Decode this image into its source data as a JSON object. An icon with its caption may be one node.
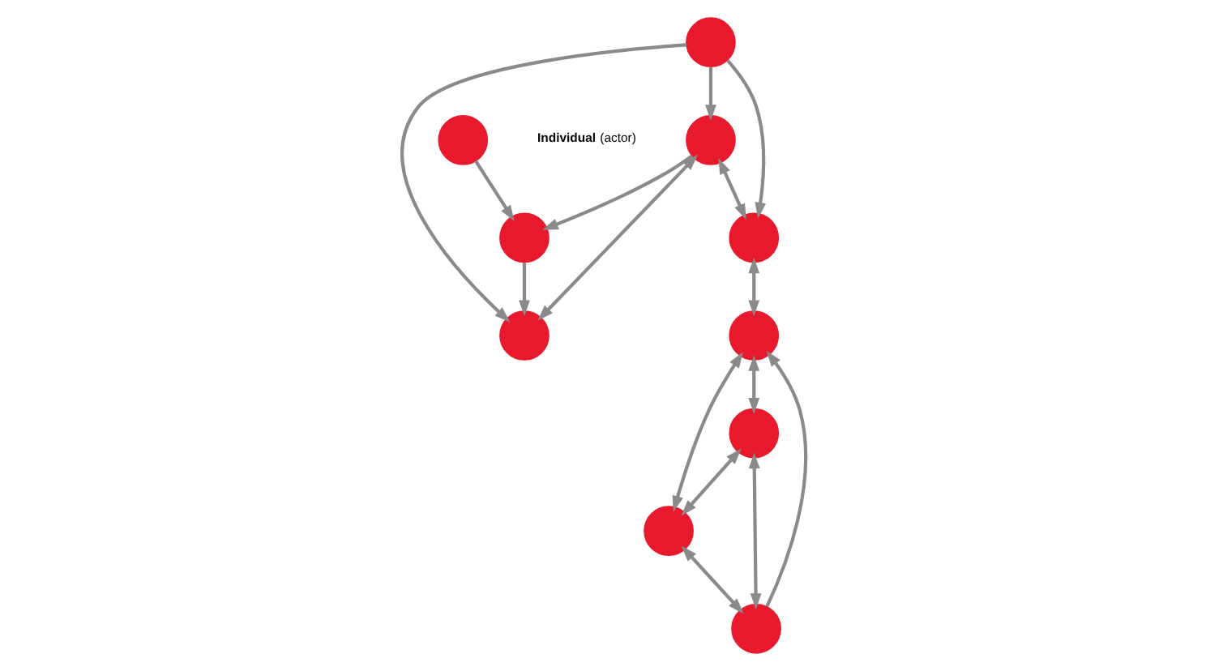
{
  "diagram": {
    "nodes": [
      {
        "text": [],
        "shape": "circle",
        "beside": [
          "**Individual** (actor)"
        ]
      },
      {
        "text": [],
        "shape": "circle"
      },
      {
        "text": [],
        "shape": "circle"
      },
      {
        "text": [],
        "shape": "circle"
      },
      {
        "text": [],
        "shape": "circle"
      },
      {
        "text": [],
        "shape": "circle"
      },
      {
        "text": [],
        "shape": "circle"
      },
      {
        "text": [],
        "shape": "circle"
      },
      {
        "text": [],
        "shape": "circle"
      },
      {
        "text": [],
        "shape": "circle"
      }
    ],
    "edges": [
      {
        "from": 0,
        "to": 1,
        "arrow": "to"
      },
      {
        "from": 2,
        "to": 1,
        "arrow": "to"
      },
      {
        "from": 1,
        "to": 4,
        "arrow": "to"
      },
      {
        "from": 2,
        "to": 3,
        "arrow": "both"
      },
      {
        "from": 2,
        "to": 4,
        "arrow": "both"
      },
      {
        "from": 5,
        "to": 2,
        "arrow": "to"
      },
      {
        "from": 5,
        "to": 3,
        "arrow": "to"
      },
      {
        "from": 5,
        "to": 4,
        "arrow": "to"
      },
      {
        "from": 3,
        "to": 6,
        "arrow": "both"
      },
      {
        "from": 6,
        "to": 7,
        "arrow": "both"
      },
      {
        "from": 9,
        "to": 6,
        "arrow": "to"
      },
      {
        "from": 6,
        "to": 8,
        "arrow": "both"
      },
      {
        "from": 7,
        "to": 8,
        "arrow": "both"
      },
      {
        "from": 7,
        "to": 9,
        "arrow": "both"
      },
      {
        "from": 8,
        "to": 9,
        "arrow": "both"
      }
    ]
  }
}
